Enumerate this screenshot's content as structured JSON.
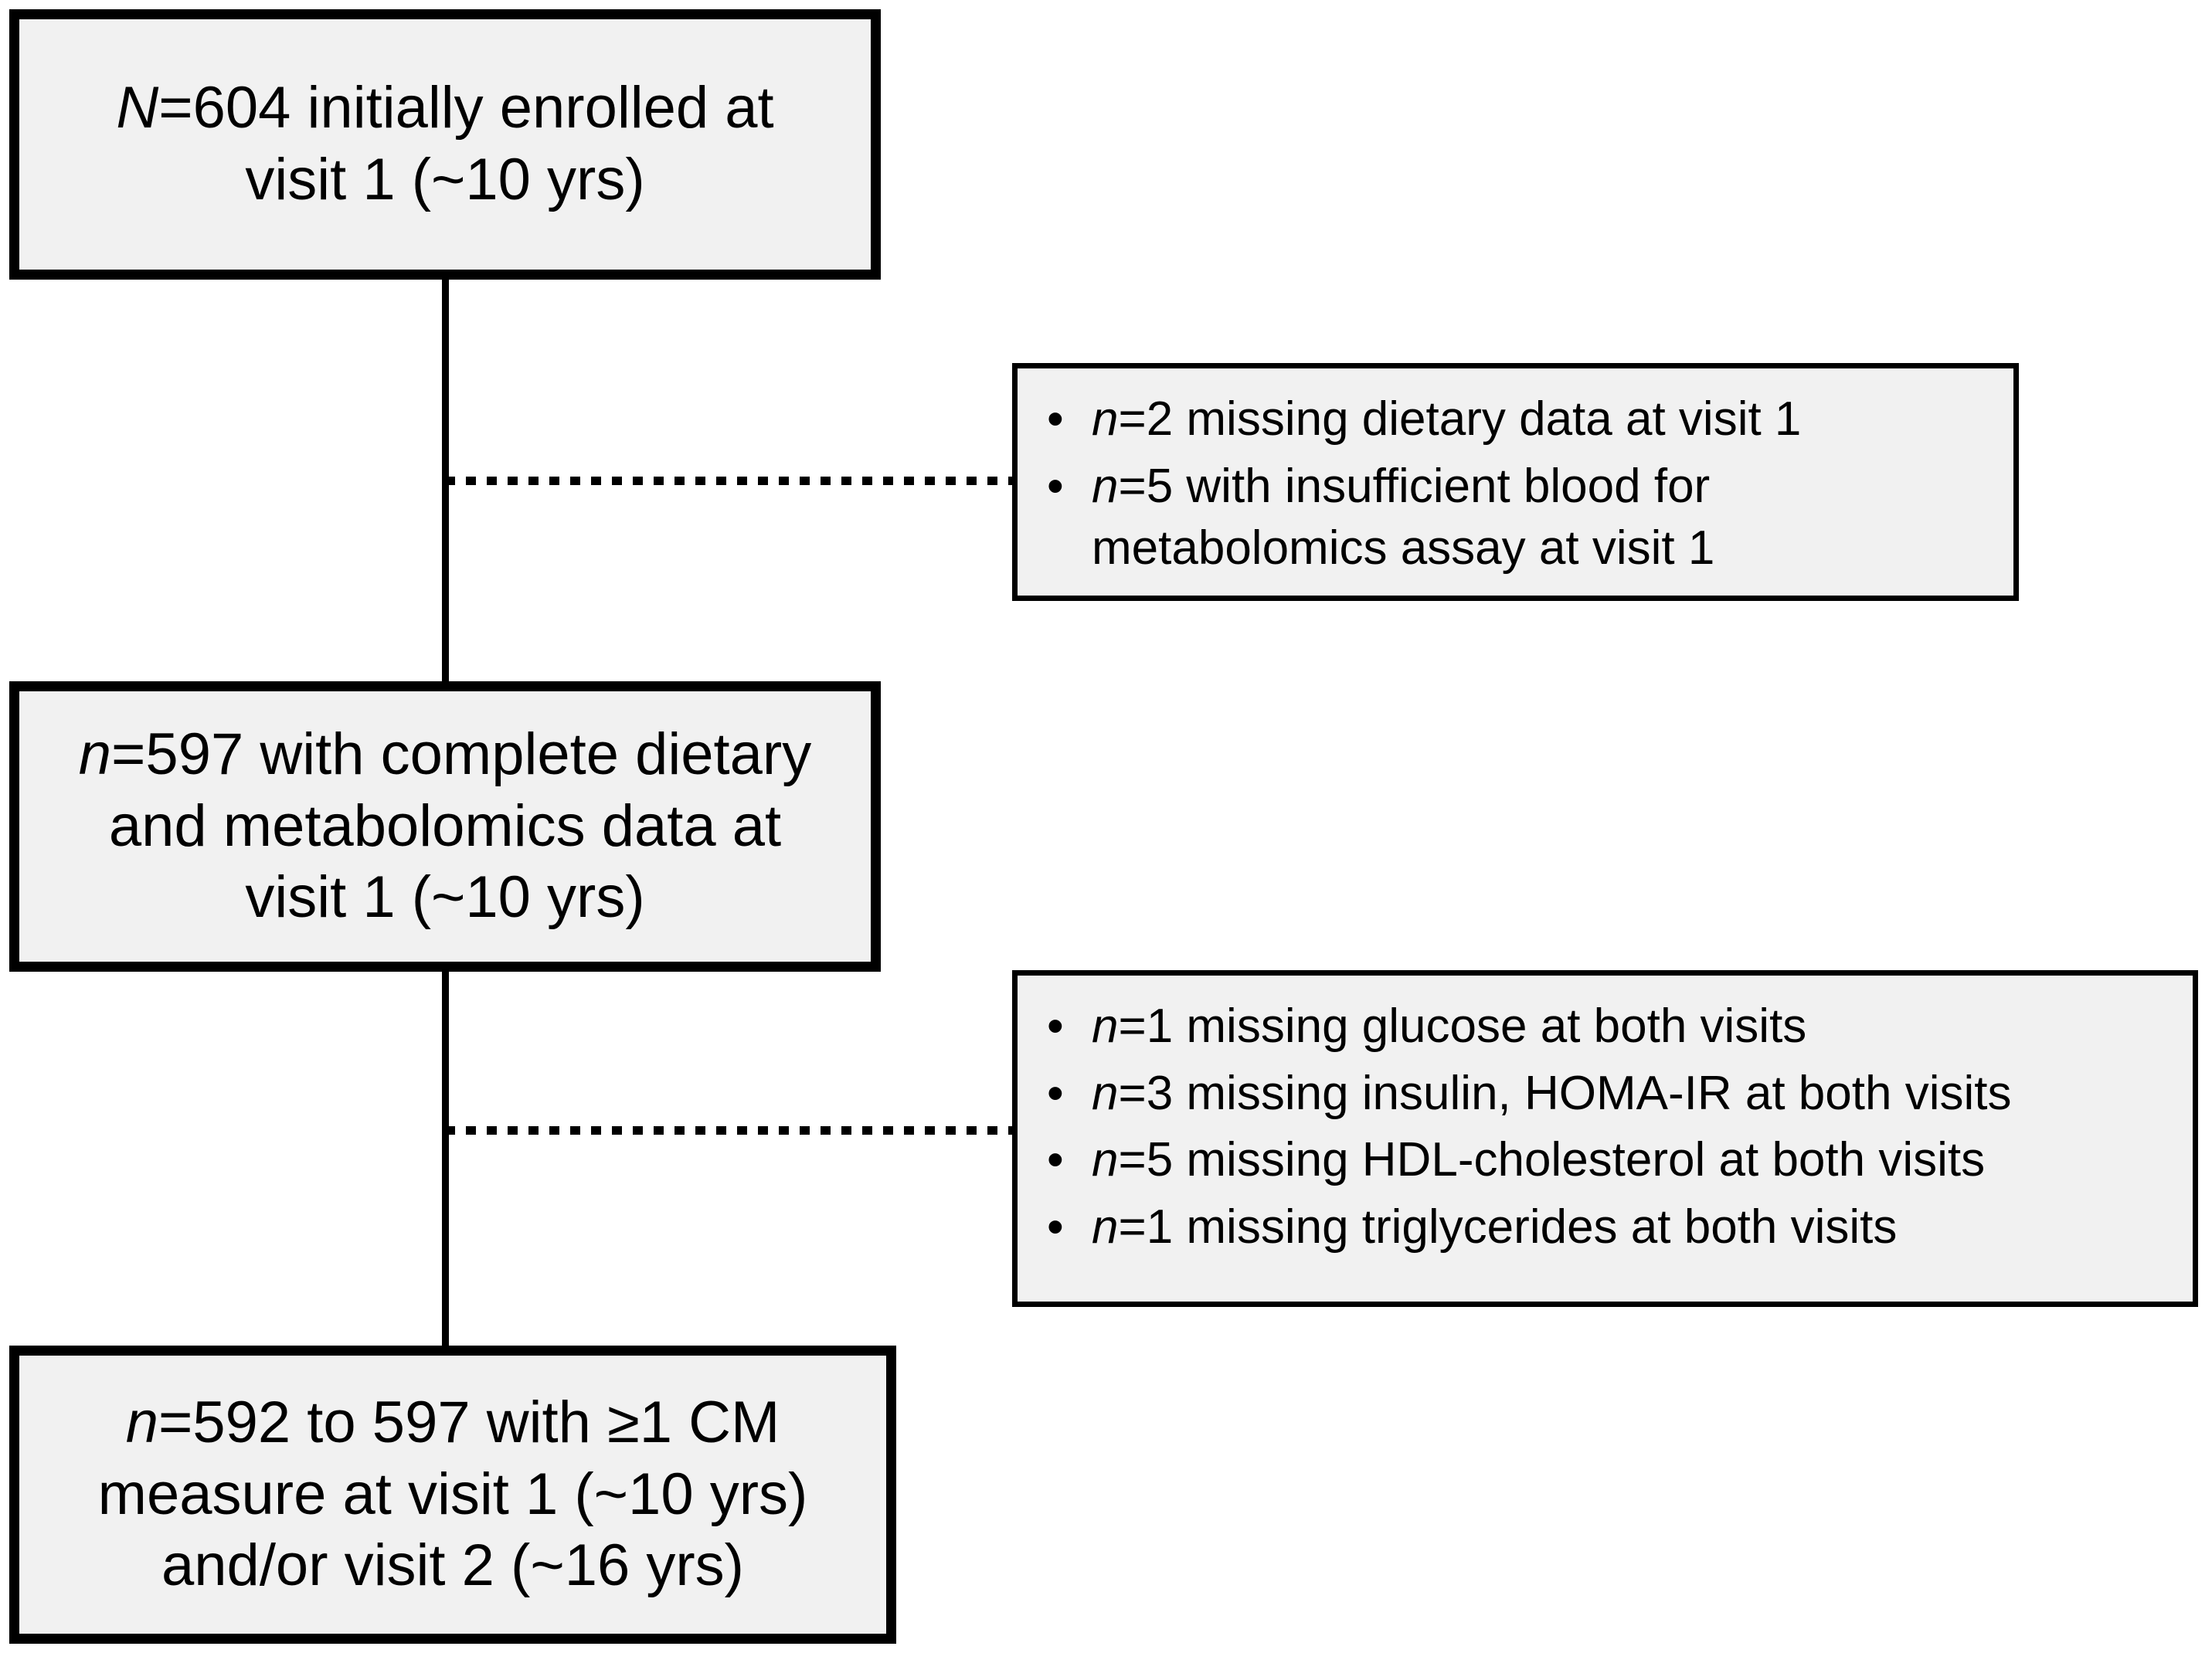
{
  "figure": {
    "type": "participant-flow-diagram",
    "colors": {
      "box_fill": "#f1f1f1",
      "box_border": "#000000",
      "text": "#000000",
      "background": "#ffffff"
    }
  },
  "boxes": {
    "enrolled": {
      "prefix": "N",
      "text": "=604 initially enrolled  at\nvisit 1 (~10 yrs)",
      "full_text": "N=604 initially enrolled at visit 1 (~10 yrs)",
      "count": 604,
      "visit": "visit 1 (~10 yrs)"
    },
    "complete_data": {
      "prefix": "n",
      "text": "=597 with complete dietary\nand metabolomics data at\nvisit 1 (~10 yrs)",
      "full_text": "n=597 with complete dietary and metabolomics data at visit 1 (~10 yrs)",
      "count": 597,
      "visit": "visit 1 (~10 yrs)"
    },
    "analytic_sample": {
      "prefix": "n",
      "text": "=592 to 597 with ≥1 CM\nmeasure at visit 1 (~10 yrs)\nand/or visit 2 (~16 yrs)",
      "full_text": "n=592 to 597 with ≥1 CM measure at visit 1 (~10 yrs) and/or visit 2 (~16 yrs)",
      "count_range": "592 to 597",
      "visits": "visit 1 (~10 yrs) and/or visit 2 (~16 yrs)"
    }
  },
  "exclusions": {
    "first": {
      "items": [
        {
          "bullet": "•",
          "prefix": "n",
          "text": "=2 missing dietary data at visit 1",
          "n": 2
        },
        {
          "bullet": "•",
          "prefix": "n",
          "text": "=5 with insufficient blood for\nmetabolomics assay at visit 1",
          "n": 5
        }
      ]
    },
    "second": {
      "items": [
        {
          "bullet": "•",
          "prefix": "n",
          "text": "=1 missing glucose at both visits",
          "n": 1
        },
        {
          "bullet": "•",
          "prefix": "n",
          "text": "=3 missing insulin, HOMA-IR at both visits",
          "n": 3
        },
        {
          "bullet": "•",
          "prefix": "n",
          "text": "=5 missing HDL-cholesterol at both visits",
          "n": 5
        },
        {
          "bullet": "•",
          "prefix": "n",
          "text": "=1 missing triglycerides at both visits",
          "n": 1
        }
      ]
    }
  }
}
